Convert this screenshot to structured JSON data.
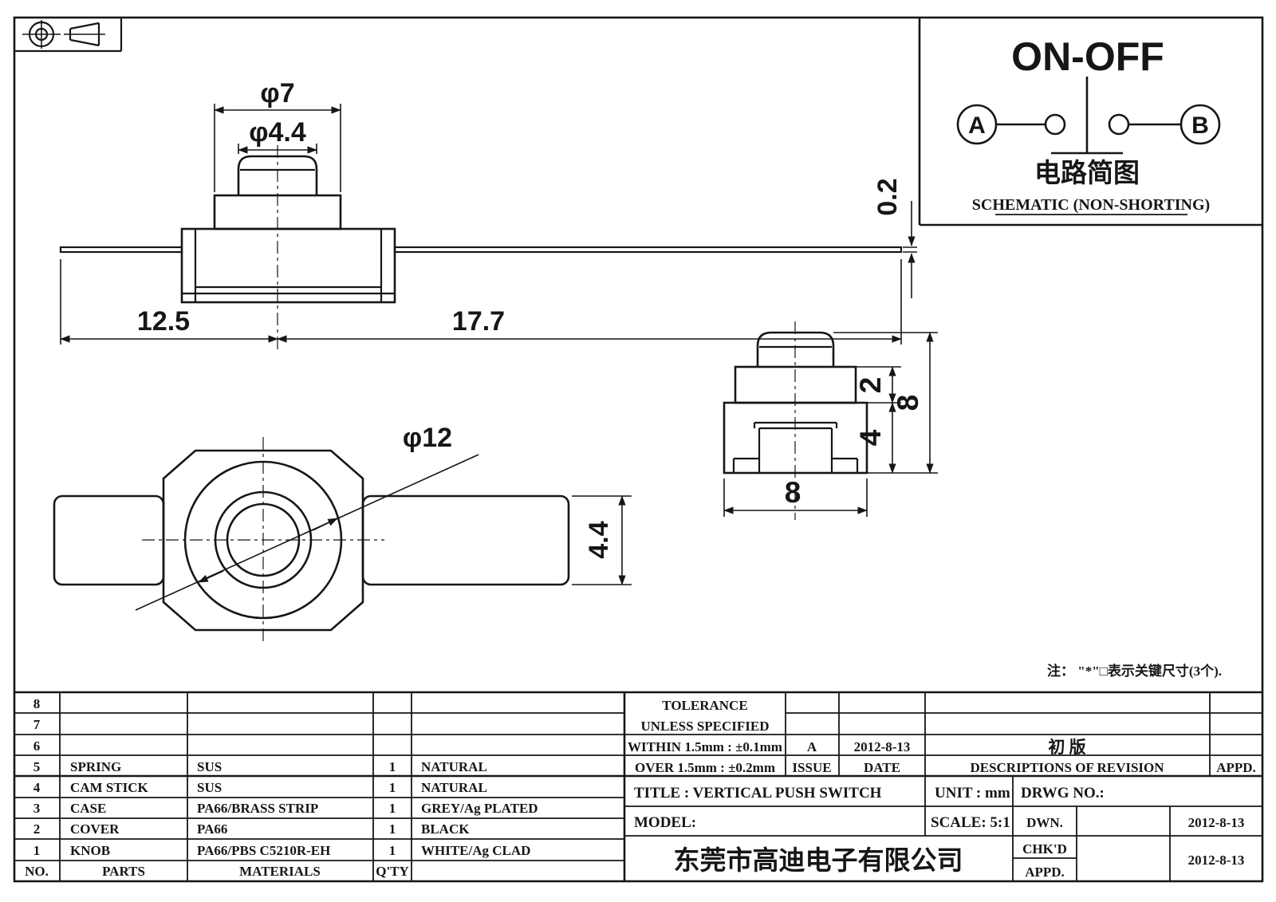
{
  "note": {
    "text": "注： \"*\"□表示关键尺寸(3个)."
  },
  "schematic": {
    "title": "ON-OFF",
    "terminal_a": "A",
    "terminal_b": "B",
    "caption_cn": "电路简图",
    "caption_en": "SCHEMATIC (NON-SHORTING)"
  },
  "views": {
    "front": {
      "phi7": "φ7",
      "phi44": "φ4.4",
      "t02": "0.2",
      "d125": "12.5",
      "d177": "17.7"
    },
    "side": {
      "h2": "2",
      "h4": "4",
      "h8": "8",
      "w8": "8"
    },
    "top": {
      "phi12": "φ12",
      "d44": "4.4"
    }
  },
  "parts": {
    "headers": {
      "no": "NO.",
      "parts": "PARTS",
      "materials": "MATERIALS",
      "qty": "Q'TY"
    },
    "rows": [
      {
        "no": "8",
        "parts": "",
        "materials": "",
        "qty": "",
        "finish": ""
      },
      {
        "no": "7",
        "parts": "",
        "materials": "",
        "qty": "",
        "finish": ""
      },
      {
        "no": "6",
        "parts": "",
        "materials": "",
        "qty": "",
        "finish": ""
      },
      {
        "no": "5",
        "parts": "SPRING",
        "materials": "SUS",
        "qty": "1",
        "finish": "NATURAL"
      },
      {
        "no": "4",
        "parts": "CAM STICK",
        "materials": "SUS",
        "qty": "1",
        "finish": "NATURAL"
      },
      {
        "no": "3",
        "parts": "CASE",
        "materials": "PA66/BRASS STRIP",
        "qty": "1",
        "finish": "GREY/Ag PLATED"
      },
      {
        "no": "2",
        "parts": "COVER",
        "materials": "PA66",
        "qty": "1",
        "finish": "BLACK"
      },
      {
        "no": "1",
        "parts": "KNOB",
        "materials": "PA66/PBS C5210R-EH",
        "qty": "1",
        "finish": "WHITE/Ag CLAD"
      }
    ]
  },
  "tb": {
    "tolerance_line1": "TOLERANCE",
    "tolerance_line2": "UNLESS  SPECIFIED",
    "within": "WITHIN 1.5mm : ±0.1mm",
    "over": "OVER 1.5mm : ±0.2mm",
    "issue_value": "A",
    "issue_label": "ISSUE",
    "date_value": "2012-8-13",
    "date_label": "DATE",
    "revision_value": "初  版",
    "revision_label": "DESCRIPTIONS  OF  REVISION",
    "appd_col_label": "APPD.",
    "title": "TITLE :   VERTICAL  PUSH  SWITCH",
    "unit": "UNIT :   mm",
    "drwg_no": "DRWG  NO.:",
    "model": "MODEL:",
    "scale": "SCALE:   5:1",
    "company": "东莞市高迪电子有限公司",
    "dwn_label": "DWN.",
    "dwn_date": "2012-8-13",
    "chkd_label": "CHK'D",
    "chkd_appd_date": "2012-8-13",
    "appd_row_label": "APPD."
  }
}
